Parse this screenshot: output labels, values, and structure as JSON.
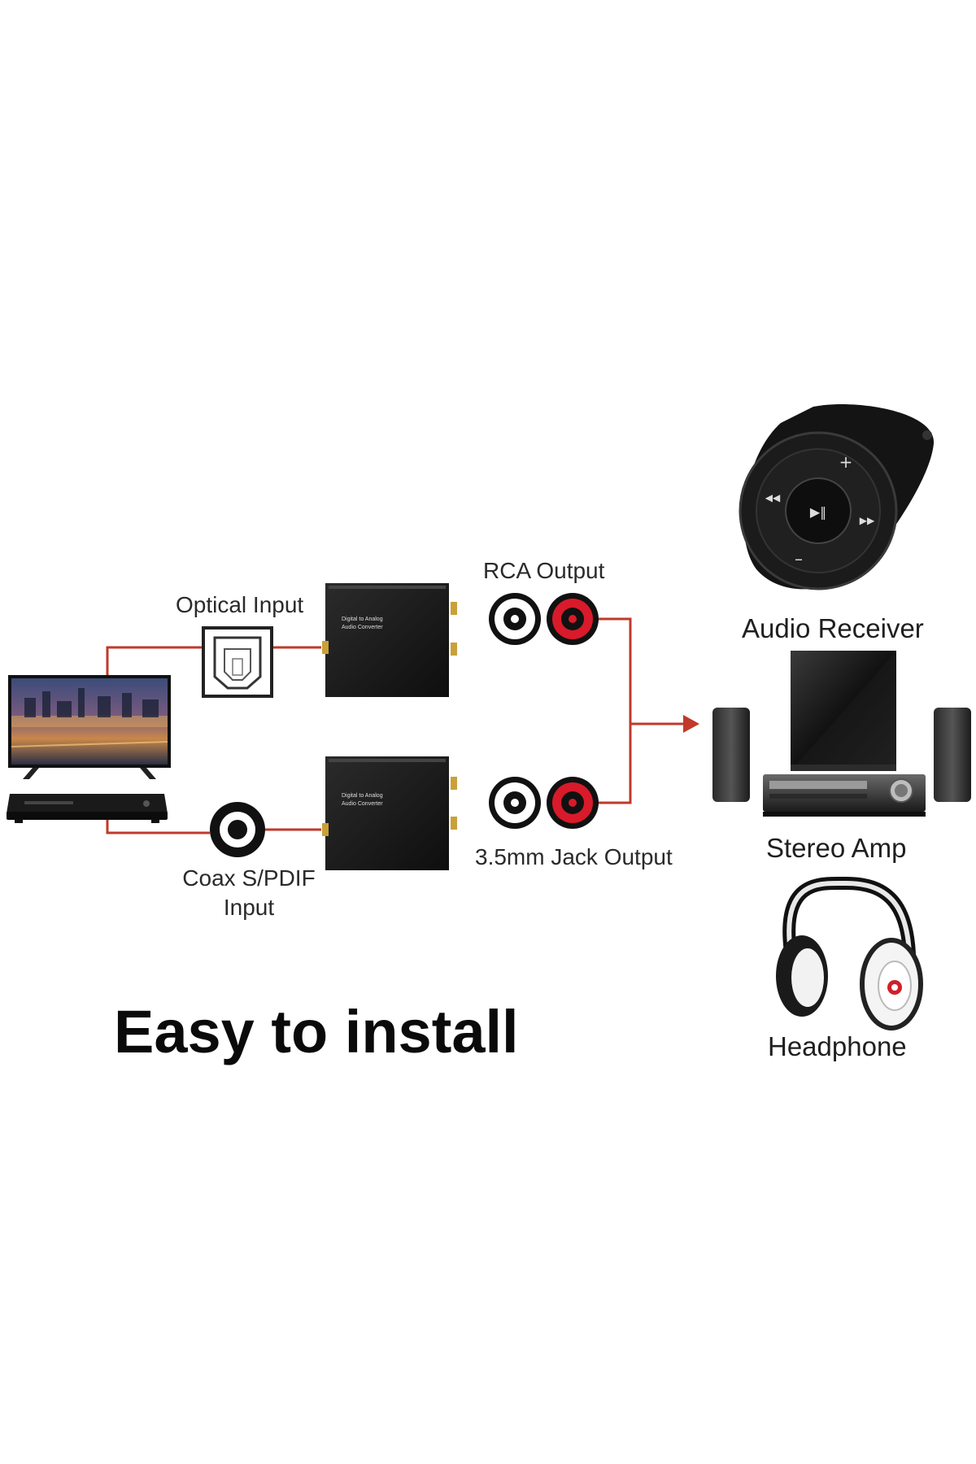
{
  "labels": {
    "optical_input": "Optical Input",
    "rca_output": "RCA Output",
    "jack_output": "3.5mm Jack Output",
    "coax_input_line1": "Coax S/PDIF",
    "coax_input_line2": "Input",
    "audio_receiver": "Audio Receiver",
    "stereo_amp": "Stereo Amp",
    "headphone": "Headphone"
  },
  "headline": "Easy to install",
  "converter_text": {
    "line1": "Digital to Analog",
    "line2": "Audio Converter"
  },
  "colors": {
    "cable": "#c0392b",
    "device": "#161616",
    "rca_red": "#d91a2a",
    "text": "#2a2a2a"
  }
}
